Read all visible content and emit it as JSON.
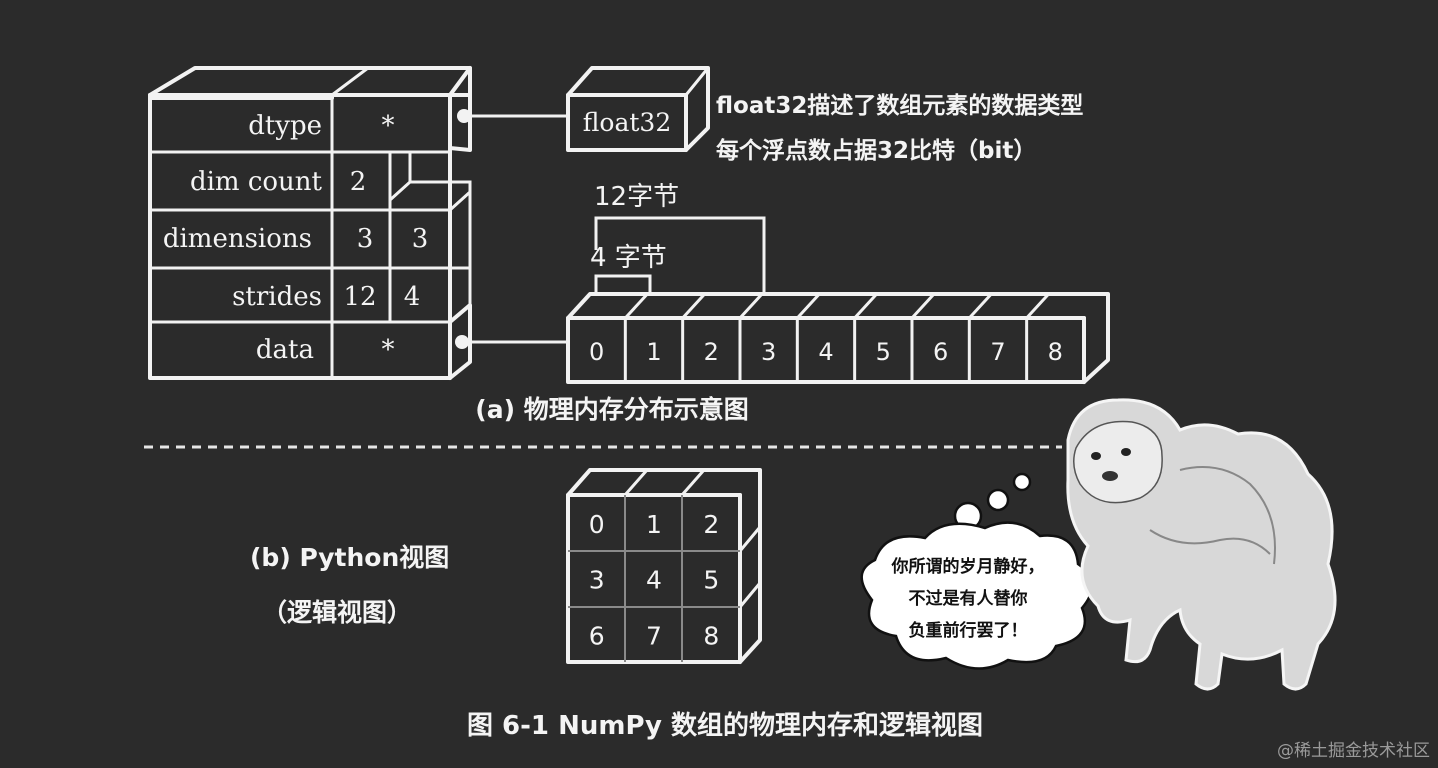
{
  "struct": {
    "rows": [
      {
        "label": "dtype",
        "cells": [
          "*"
        ]
      },
      {
        "label": "dim count",
        "cells": [
          "2"
        ]
      },
      {
        "label": "dimensions",
        "cells": [
          "3",
          "3"
        ]
      },
      {
        "label": "strides",
        "cells": [
          "12",
          "4"
        ]
      },
      {
        "label": "data",
        "cells": [
          "*"
        ]
      }
    ]
  },
  "dtype_box": "float32",
  "dtype_note": [
    "float32描述了数组元素的数据类型",
    "每个浮点数占据32比特（bit）"
  ],
  "stride_labels": {
    "row": "12字节",
    "item": "4 字节"
  },
  "memory_cells": [
    "0",
    "1",
    "2",
    "3",
    "4",
    "5",
    "6",
    "7",
    "8"
  ],
  "caption_a": "(a) 物理内存分布示意图",
  "caption_b": [
    "(b)  Python视图",
    "（逻辑视图）"
  ],
  "grid": [
    [
      "0",
      "1",
      "2"
    ],
    [
      "3",
      "4",
      "5"
    ],
    [
      "6",
      "7",
      "8"
    ]
  ],
  "speech": [
    "你所谓的岁月静好，",
    "不过是有人替你",
    "负重前行罢了！"
  ],
  "figure_title": "图 6-1    NumPy 数组的物理内存和逻辑视图",
  "watermark": "@稀土掘金技术社区"
}
